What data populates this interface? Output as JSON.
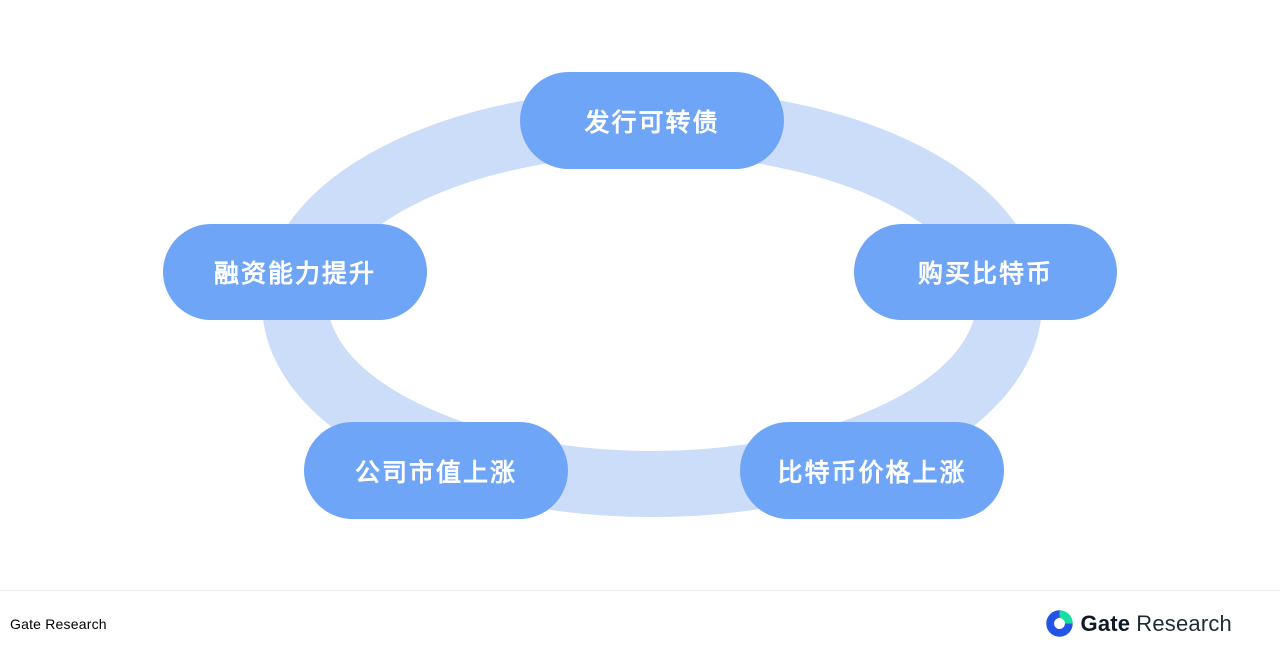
{
  "diagram": {
    "title": "",
    "type": "cycle",
    "nodes": [
      {
        "id": "issue-convertible-bonds",
        "label": "发行可转债",
        "position": "top"
      },
      {
        "id": "buy-bitcoin",
        "label": "购买比特币",
        "position": "right"
      },
      {
        "id": "bitcoin-price-up",
        "label": "比特币价格上涨",
        "position": "bottom-right"
      },
      {
        "id": "company-market-cap-up",
        "label": "公司市值上涨",
        "position": "bottom-left"
      },
      {
        "id": "financing-capacity-up",
        "label": "融资能力提升",
        "position": "left"
      }
    ],
    "colors": {
      "node_fill": "#6FA5F6",
      "node_text": "#FFFFFF",
      "ring": "#CBDDF8"
    }
  },
  "footer": {
    "credit": "Gate Research",
    "brand_primary": "Gate",
    "brand_secondary": "Research",
    "logo_colors": {
      "blue": "#2354E6",
      "green": "#16DFA0"
    }
  }
}
